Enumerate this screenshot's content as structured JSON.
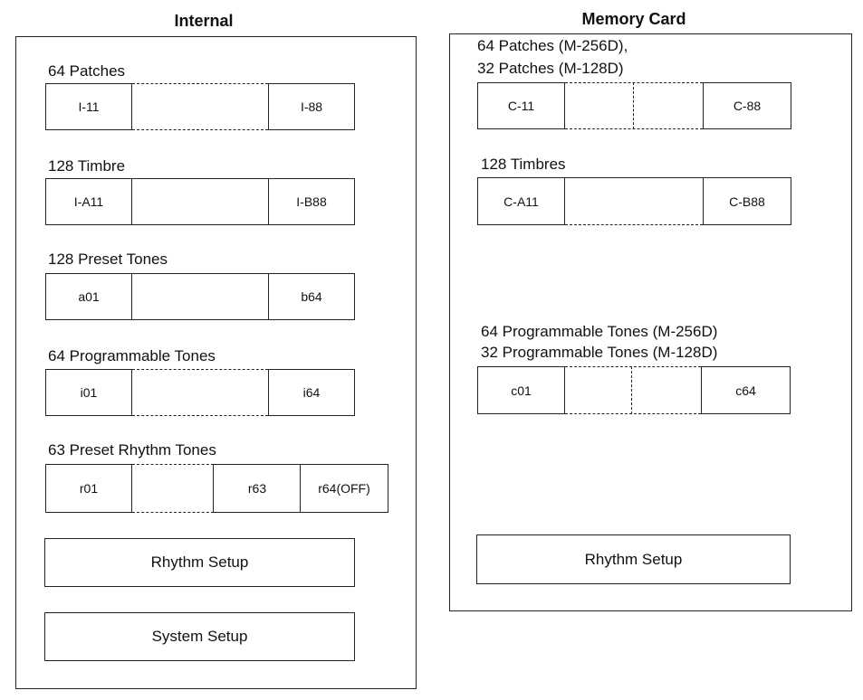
{
  "internal": {
    "title": "Internal",
    "patches": {
      "label": "64 Patches",
      "first": "I-11",
      "last": "I-88"
    },
    "timbre": {
      "label": "128 Timbre",
      "first": "I-A11",
      "last": "I-B88"
    },
    "preset_tones": {
      "label": "128 Preset Tones",
      "first": "a01",
      "last": "b64"
    },
    "programmable_tones": {
      "label": "64 Programmable Tones",
      "first": "i01",
      "last": "i64"
    },
    "rhythm_tones": {
      "label": "63 Preset Rhythm Tones",
      "first": "r01",
      "last": "r63",
      "extra": "r64(OFF)"
    },
    "rhythm_setup": "Rhythm Setup",
    "system_setup": "System Setup"
  },
  "card": {
    "title": "Memory Card",
    "patches": {
      "label_1": "64 Patches (M-256D),",
      "label_2": "32 Patches (M-128D)",
      "first": "C-11",
      "last": "C-88"
    },
    "timbres": {
      "label": "128 Timbres",
      "first": "C-A11",
      "last": "C-B88"
    },
    "programmable_tones": {
      "label_1": "64 Programmable Tones (M-256D)",
      "label_2": "32 Programmable Tones (M-128D)",
      "first": "c01",
      "last": "c64"
    },
    "rhythm_setup": "Rhythm Setup"
  }
}
